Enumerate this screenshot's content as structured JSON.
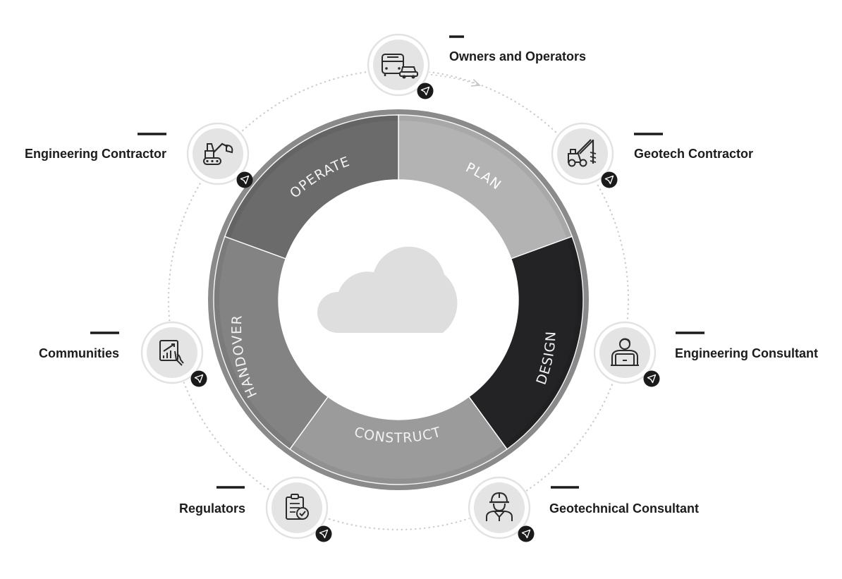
{
  "colors": {
    "plan": "#b3b3b3",
    "design": "#232325",
    "construct": "#9b9b9b",
    "handover": "#838383",
    "operate": "#6b6b6b",
    "label_text": "#1c1c1e",
    "node_fill": "#e4e4e4",
    "cloud": "#dedede"
  },
  "lifecycle": {
    "phases": [
      {
        "key": "plan",
        "label": "PLAN"
      },
      {
        "key": "design",
        "label": "DESIGN"
      },
      {
        "key": "construct",
        "label": "CONSTRUCT"
      },
      {
        "key": "handover",
        "label": "HANDOVER"
      },
      {
        "key": "operate",
        "label": "OPERATE"
      }
    ],
    "center_icon": "cloud-icon"
  },
  "stakeholders": [
    {
      "label": "Owners and Operators",
      "icon": "bus-and-car-icon"
    },
    {
      "label": "Geotech Contractor",
      "icon": "drilling-rig-icon"
    },
    {
      "label": "Engineering Consultant",
      "icon": "person-laptop-icon"
    },
    {
      "label": "Geotechnical Consultant",
      "icon": "hard-hat-worker-icon"
    },
    {
      "label": "Regulators",
      "icon": "clipboard-check-icon"
    },
    {
      "label": "Communities",
      "icon": "chart-touch-icon"
    },
    {
      "label": "Engineering Contractor",
      "icon": "excavator-icon"
    }
  ]
}
